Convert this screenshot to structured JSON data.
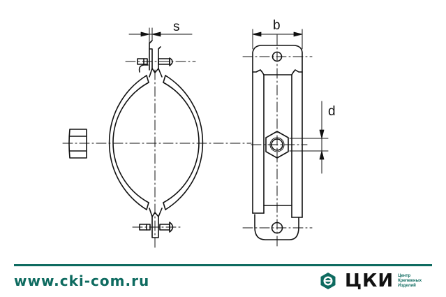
{
  "drawing": {
    "title": "Pipe clamp technical drawing",
    "dimension_labels": {
      "s": "s",
      "b": "b",
      "d": "d"
    },
    "views": [
      "front-view",
      "side-view"
    ],
    "line_color": "#111111"
  },
  "footer": {
    "website": "www.cki-com.ru",
    "brand_color": "#0e6b60",
    "logo": {
      "icon": "hexagon-logo-icon",
      "abbreviation": "ЦКИ",
      "description_lines": [
        "Центр",
        "Крепежных",
        "Изделий"
      ]
    }
  }
}
